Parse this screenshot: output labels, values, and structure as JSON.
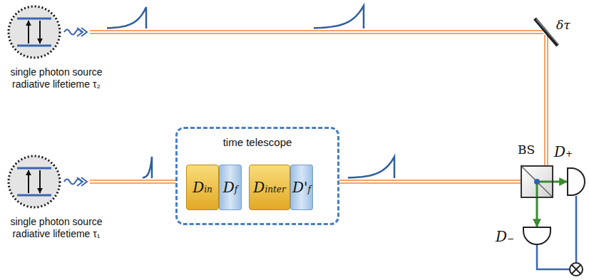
{
  "diagram": {
    "nodes": [
      {
        "text": [
          "single photon source radiative lifetieme τ₂"
        ]
      },
      {
        "text": [
          "δτ"
        ]
      },
      {
        "text": [
          "single photon source radiative lifetieme τ₁"
        ]
      },
      {
        "text": [
          "time telescope"
        ]
      },
      {
        "text": [
          "Din"
        ],
        "in": 3
      },
      {
        "text": [
          "Df"
        ],
        "in": 3
      },
      {
        "text": [
          "Dinter"
        ],
        "in": 3
      },
      {
        "text": [
          "D'f"
        ],
        "in": 3
      },
      {
        "text": [
          "BS"
        ]
      },
      {
        "text": [
          "D+"
        ]
      },
      {
        "text": [
          "D−"
        ]
      }
    ],
    "edges": [
      {
        "from": 0,
        "to": 1,
        "arrow": "none"
      },
      {
        "from": 1,
        "to": 8,
        "arrow": "none"
      },
      {
        "from": 2,
        "to": 3,
        "arrow": "none"
      },
      {
        "from": 3,
        "to": 8,
        "arrow": "none"
      },
      {
        "from": 8,
        "to": 9,
        "arrow": "to"
      },
      {
        "from": 8,
        "to": 10,
        "arrow": "to"
      }
    ]
  }
}
